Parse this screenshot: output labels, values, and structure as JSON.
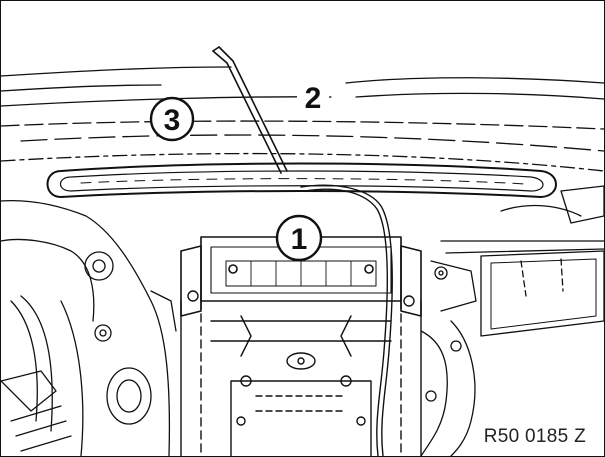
{
  "callouts": {
    "part_1": "1",
    "part_2": "2",
    "part_3": "3"
  },
  "reference_code": "R50 0185 Z"
}
